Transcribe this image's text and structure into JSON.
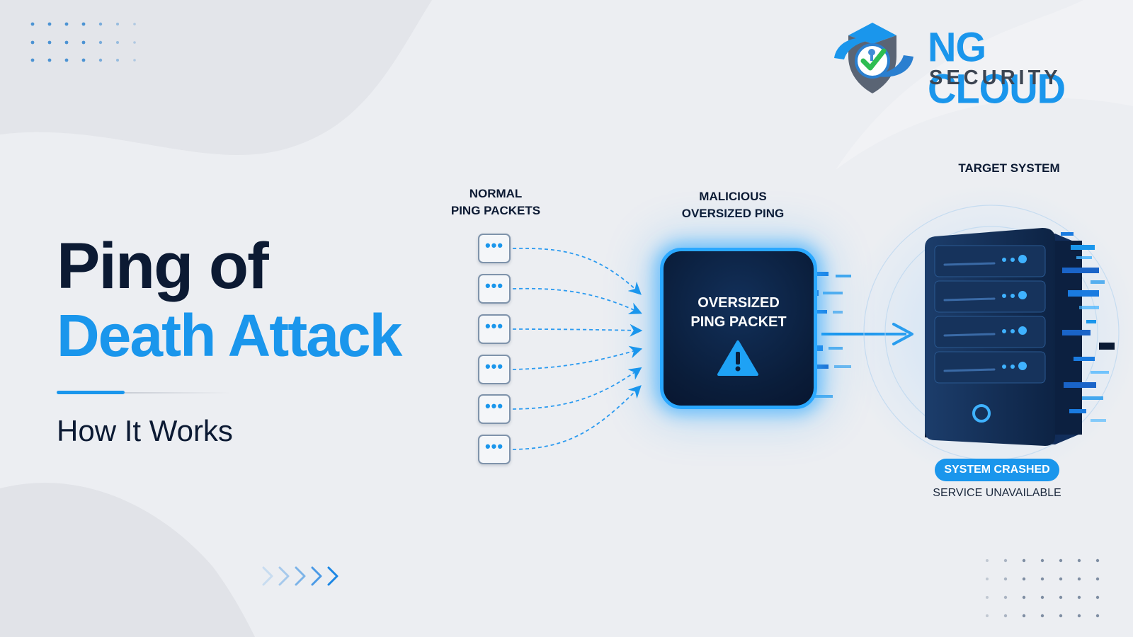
{
  "headline": {
    "line1": "Ping of",
    "line2": "Death Attack",
    "subtitle": "How It Works"
  },
  "logo": {
    "name_line1": "NG CLOUD",
    "name_line2": "SECURITY",
    "icon": "shield-check-icon"
  },
  "diagram": {
    "normal_label_line1": "NORMAL",
    "normal_label_line2": "PING PACKETS",
    "malicious_label_line1": "MALICIOUS",
    "malicious_label_line2": "OVERSIZED PING",
    "packet_text_line1": "OVERSIZED",
    "packet_text_line2": "PING PACKET",
    "target_label": "TARGET SYSTEM",
    "status_badge": "SYSTEM CRASHED",
    "status_sub": "SERVICE UNAVAILABLE",
    "packet_icon": "dots-icon",
    "warning_icon": "warning-icon",
    "server_icon": "server-icon"
  },
  "colors": {
    "accent": "#1a96ec",
    "navy": "#0c1a33",
    "background": "#eceef2",
    "glow": "#2aa8ff"
  }
}
